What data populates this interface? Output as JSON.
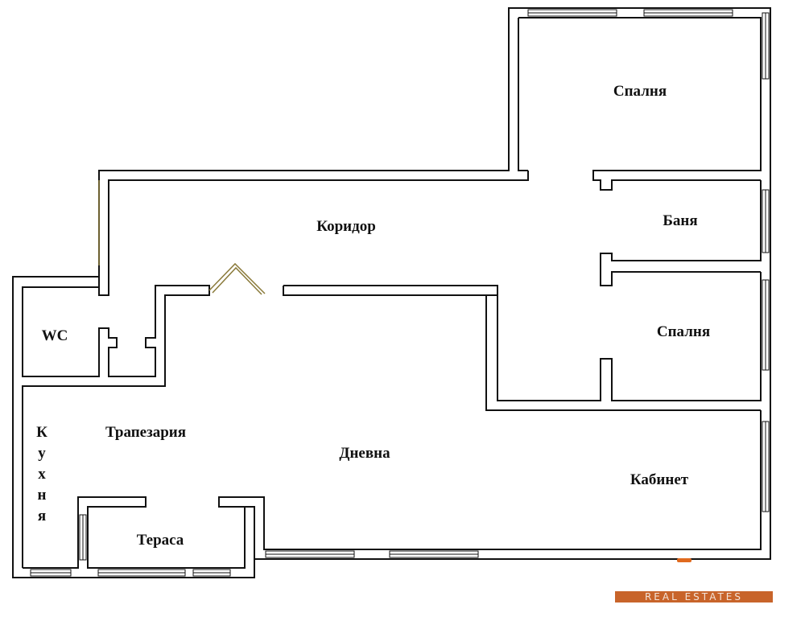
{
  "rooms": {
    "bedroom_top": "Спалня",
    "bathroom": "Баня",
    "corridor": "Коридор",
    "bedroom_mid": "Спалня",
    "wc": "WC",
    "dining": "Трапезария",
    "living": "Дневна",
    "study": "Кабинет",
    "terrace": "Тераса",
    "kitchen": [
      "К",
      "у",
      "х",
      "н",
      "я"
    ]
  },
  "logo": {
    "text": "REAL ESTATES",
    "color": "#c8642a"
  }
}
